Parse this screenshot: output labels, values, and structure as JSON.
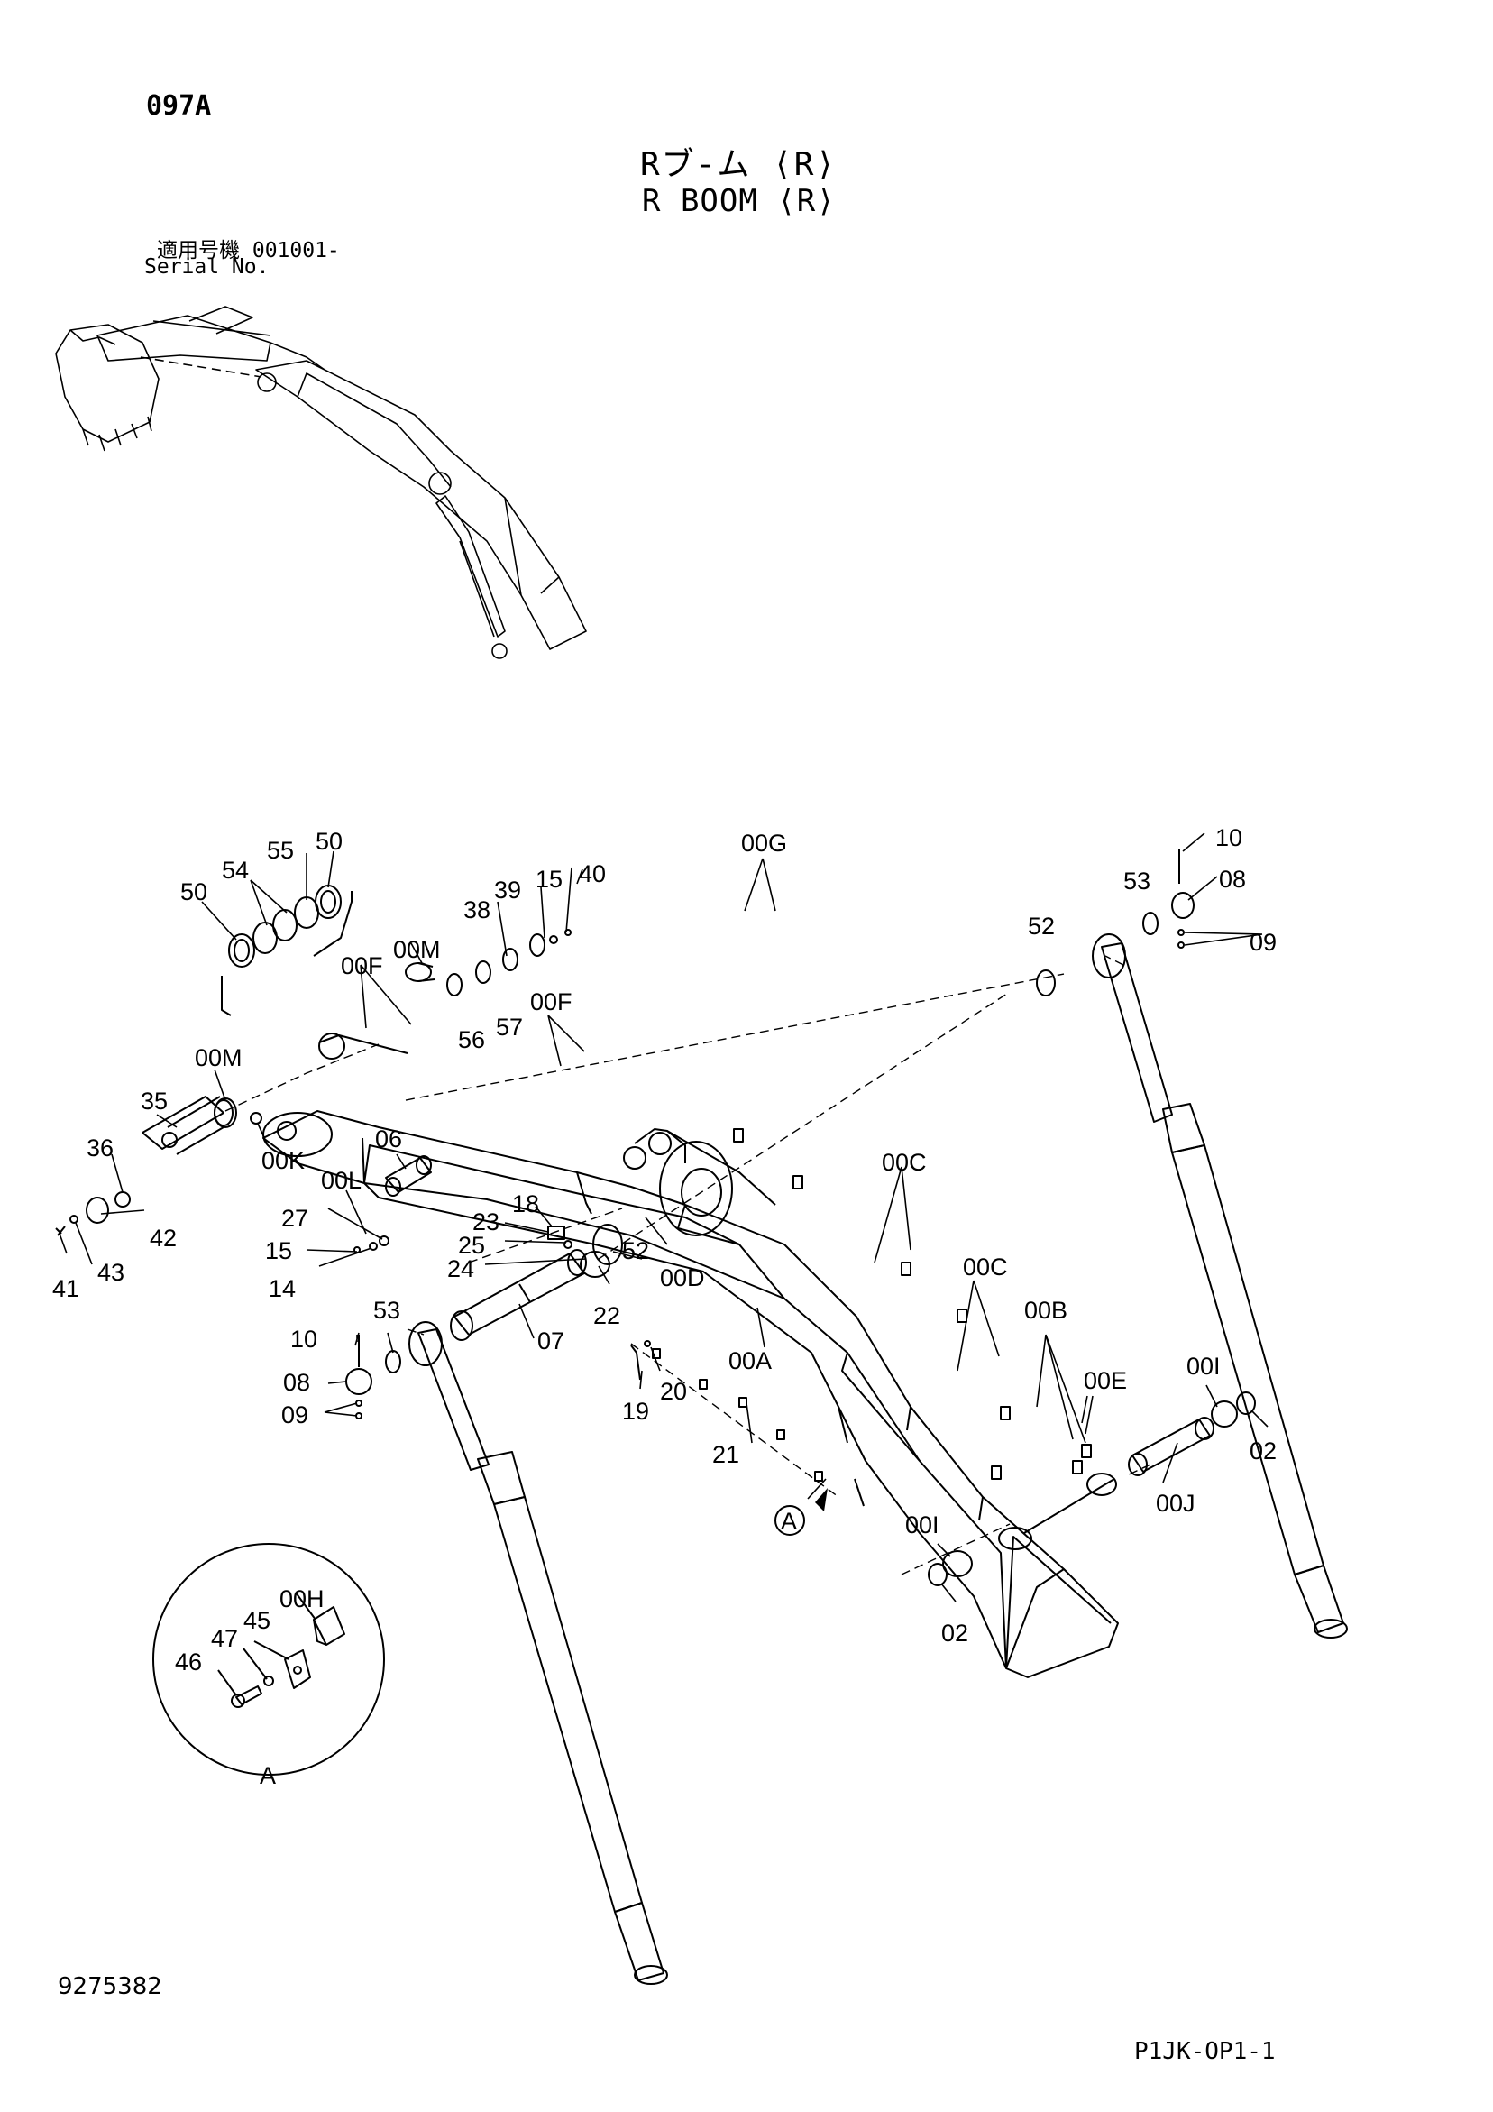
{
  "header": {
    "page_code": "097A",
    "title_ja": "Rブ-ム ⟨R⟩",
    "title_en": "R BOOM ⟨R⟩",
    "serial_label_ja": "適用号機  001001-",
    "serial_label_en": "Serial No."
  },
  "callouts": {
    "c10a": "10",
    "c08a": "08",
    "c53a": "53",
    "c09a": "09",
    "c52a": "52",
    "c50a": "50",
    "c54": "54",
    "c55": "55",
    "c50b": "50",
    "c39": "39",
    "c15a": "15",
    "c40": "40",
    "c38": "38",
    "c00Fa": "00F",
    "c00Ma": "00M",
    "c56": "56",
    "c57": "57",
    "c00Fb": "00F",
    "c00G": "00G",
    "c00Mb": "00M",
    "c35": "35",
    "c36": "36",
    "c00K": "00K",
    "c06": "06",
    "c00L": "00L",
    "c27": "27",
    "c42": "42",
    "c41": "41",
    "c43": "43",
    "c15b": "15",
    "c14": "14",
    "c23": "23",
    "c18": "18",
    "c25": "25",
    "c24": "24",
    "c52b": "52",
    "c00D": "00D",
    "c22": "22",
    "c00Ca": "00C",
    "c00Cb": "00C",
    "c00B": "00B",
    "c10b": "10",
    "c53b": "53",
    "c07": "07",
    "c00A": "00A",
    "c08b": "08",
    "c19": "19",
    "c20": "20",
    "c09b": "09",
    "c21": "21",
    "c00E": "00E",
    "c00Ia": "00I",
    "c02a": "02",
    "c00J": "00J",
    "c00Ib": "00I",
    "c02b": "02",
    "cA1": "A",
    "c00H": "00H",
    "c47": "47",
    "c45": "45",
    "c46": "46",
    "cA2": "A"
  },
  "footer": {
    "doc_number": "9275382",
    "page_ref": "P1JK-OP1-1"
  }
}
